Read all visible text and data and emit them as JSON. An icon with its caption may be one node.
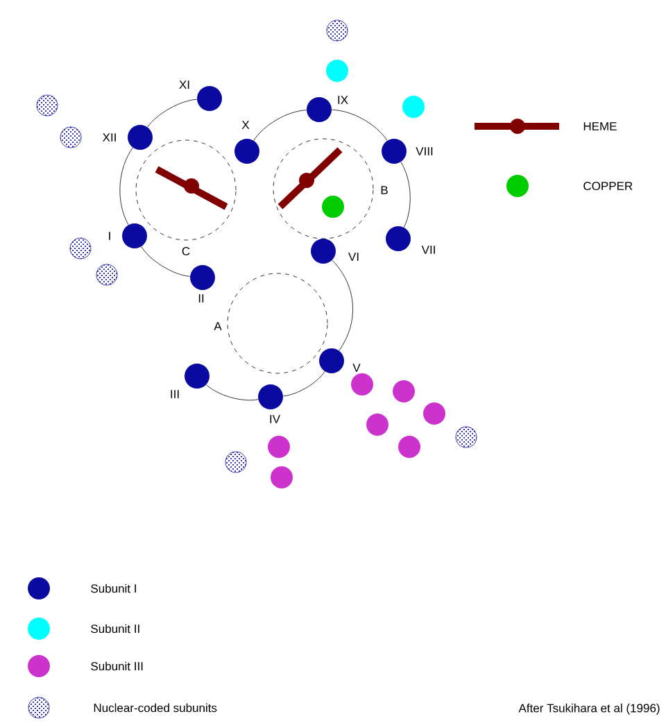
{
  "diagram": {
    "nodes": [
      {
        "text": [],
        "shape": "circle",
        "beside": [
          "XI"
        ]
      },
      {
        "text": [],
        "shape": "circle",
        "beside": [
          "XII"
        ]
      },
      {
        "text": [],
        "shape": "circle",
        "beside": [
          "I"
        ]
      },
      {
        "text": [],
        "shape": "circle",
        "beside": [
          "II"
        ]
      },
      {
        "text": [],
        "shape": "circle",
        "beside": [
          "X"
        ]
      },
      {
        "text": [],
        "shape": "circle",
        "beside": [
          "IX"
        ]
      },
      {
        "text": [],
        "shape": "circle",
        "beside": [
          "VIII"
        ]
      },
      {
        "text": [],
        "shape": "circle",
        "beside": [
          "VII"
        ]
      },
      {
        "text": [],
        "shape": "circle",
        "beside": [
          "VI"
        ]
      },
      {
        "text": [],
        "shape": "circle",
        "beside": [
          "V"
        ]
      },
      {
        "text": [],
        "shape": "circle",
        "beside": [
          "IV"
        ]
      },
      {
        "text": [],
        "shape": "circle",
        "beside": [
          "III"
        ]
      },
      {
        "text": [
          "C"
        ]
      },
      {
        "text": [
          "B"
        ]
      },
      {
        "text": [
          "A"
        ]
      }
    ],
    "edges": [
      {
        "from": 0,
        "to": 1,
        "arrow": "none"
      },
      {
        "from": 1,
        "to": 2,
        "arrow": "none"
      },
      {
        "from": 2,
        "to": 3,
        "arrow": "none"
      },
      {
        "from": 4,
        "to": 5,
        "arrow": "none"
      },
      {
        "from": 5,
        "to": 6,
        "arrow": "none"
      },
      {
        "from": 6,
        "to": 7,
        "arrow": "none"
      },
      {
        "from": 8,
        "to": 9,
        "arrow": "none"
      },
      {
        "from": 9,
        "to": 10,
        "arrow": "none"
      },
      {
        "from": 10,
        "to": 11,
        "arrow": "none"
      }
    ],
    "labels": [
      "After Tsukihara et al (1996)"
    ],
    "legend": [
      {
        "text": "HEME"
      },
      {
        "text": "COPPER",
        "color": "#00cc00"
      },
      {
        "text": "Subunit I",
        "color": "#0a0aa0"
      },
      {
        "text": "Subunit II",
        "color": "#00ffff"
      },
      {
        "text": "Subunit III",
        "color": "#cc33cc"
      },
      {
        "text": "Nuclear-coded subunits"
      }
    ]
  }
}
